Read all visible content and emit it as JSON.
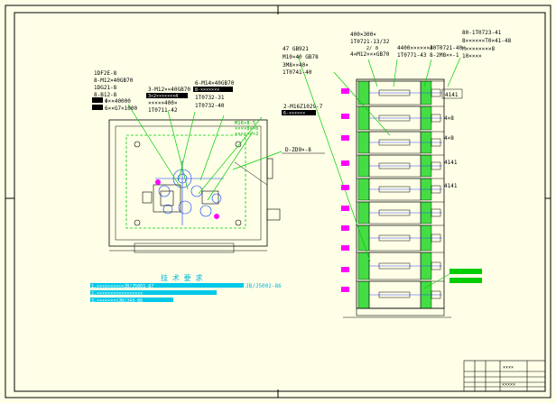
{
  "colors": {
    "paper": "#ffffe8",
    "line": "#000000",
    "leader": "#00cc00",
    "tag": "#ff00ff",
    "note": "#00c8e8",
    "blue": "#3344ff"
  },
  "left_callouts": {
    "c1": [
      "1DF2E-8",
      "8-M12×40GB70",
      "1DG21-8",
      "8-B12-8",
      "Φ××40000",
      "6××G7×1000"
    ],
    "c2": [
      "3-M12××40GB70",
      "3×2×××××××4",
      "×××××400×",
      "1T0711-42"
    ],
    "c3": [
      "6-M14×40GB70",
      "8-×××××××",
      "1T0732-31",
      "1T0732-40"
    ],
    "c4": [
      "2-M16Z1029-7",
      "6-××××××"
    ],
    "c5": "D-ZD9×-8",
    "green": [
      "M16×8-5",
      "××××8××6",
      "×××××××2"
    ]
  },
  "right_callouts": {
    "r1": [
      "47   GB921",
      "M10×40   GB78",
      "3M8××40×",
      "1T0741-40"
    ],
    "r2": [
      "400×300×",
      "1T0721-13/32",
      "4×M12×××GB70"
    ],
    "r3": [
      "4400××××××4",
      "1T0771-43"
    ],
    "r4": [
      "30T0721-40",
      "8-2M8××-1"
    ],
    "r5": [
      "80-1T0723-41",
      "8××××××T0×41-48",
      "M××××××××8",
      "10××××"
    ],
    "sec_labels": [
      "4141",
      "4×8",
      "4×8",
      "4141",
      "4141"
    ]
  },
  "notes": {
    "title": "技 术 要 求",
    "line1": "1.××××××××××JB/J5001-87",
    "line1_tail": "JB/J5002-86",
    "line2": "2.×××××××××××××××××",
    "line3": "3.××××××××JB/J43-86"
  },
  "title_block": {
    "name": "××××",
    "code": "×××××"
  }
}
